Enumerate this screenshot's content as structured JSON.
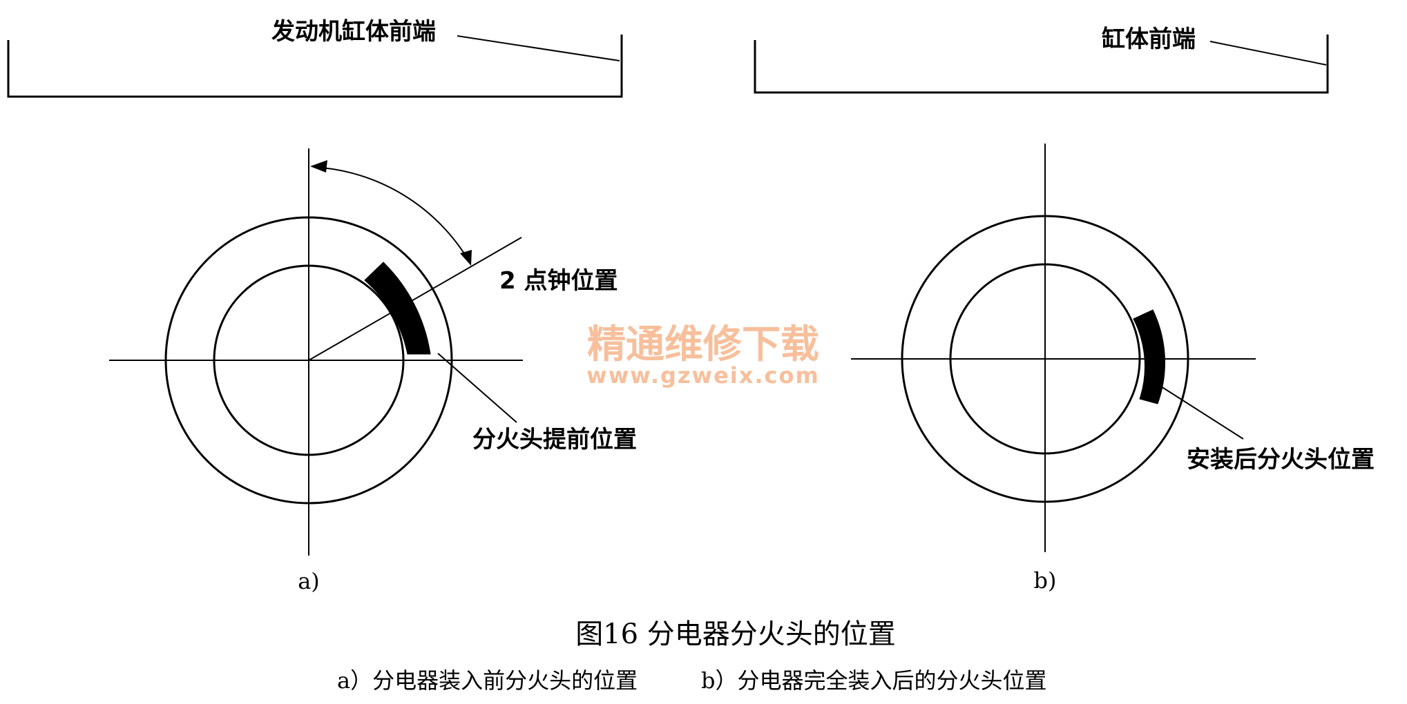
{
  "panel_a": {
    "block_label": "发动机缸体前端",
    "clock_label": "2 点钟位置",
    "rotor_label": "分火头提前位置",
    "sub_label": "a)"
  },
  "panel_b": {
    "block_label": "缸体前端",
    "rotor_label": "安装后分火头位置",
    "sub_label": "b)"
  },
  "caption": {
    "title": "图16 分电器分火头的位置",
    "subtitle_a": "a）分电器装入前分火头的位置",
    "subtitle_b": "b）分电器完全装入后的分火头位置"
  },
  "watermark": {
    "line1": "精通维修下载",
    "line2": "www.gzweix.com"
  },
  "colors": {
    "ink": "#000000",
    "watermark": "#f6b58a"
  }
}
